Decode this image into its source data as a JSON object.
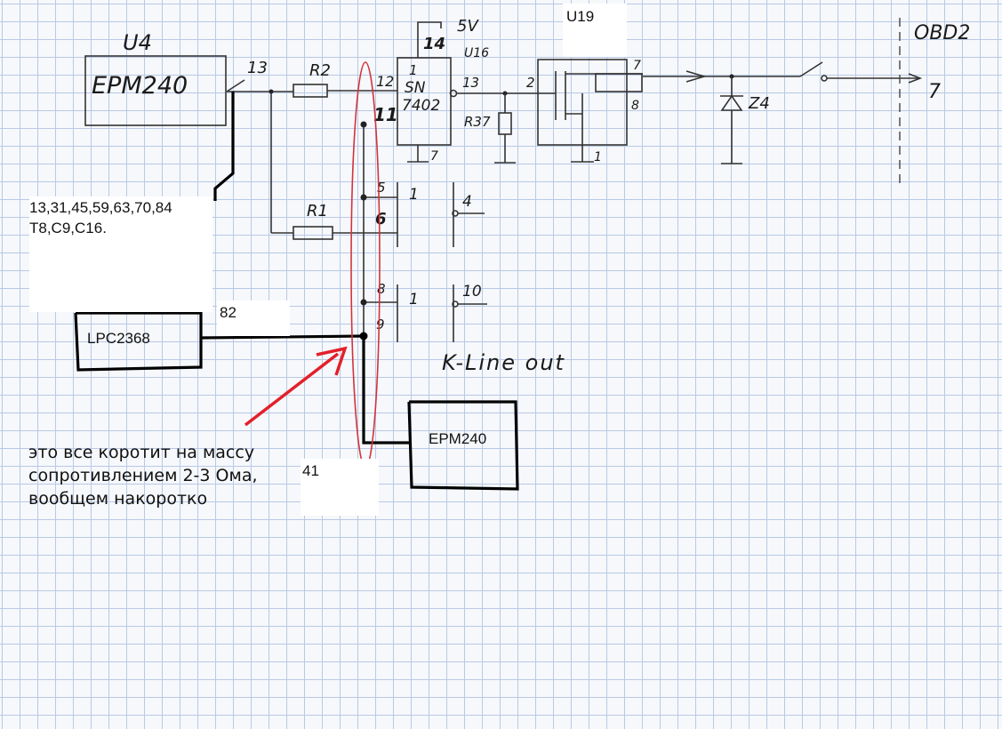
{
  "handwritten": {
    "u4": "U4",
    "epm240_top": "EPM240",
    "pin13_left": "13",
    "r2": "R2",
    "r1": "R1",
    "v5": "5V",
    "pin14": "14",
    "pin1_top": "1",
    "u16": "U16",
    "sn": "SN",
    "chip_7402": "7402",
    "pin12": "12",
    "pin11": "11",
    "pin7_bottom": "7",
    "pin13_right": "13",
    "r37": "R37",
    "pin2": "2",
    "pin7_u19": "7",
    "pin8_u19": "8",
    "pin1_u19": "1",
    "z4": "Z4",
    "obd2": "OBD2",
    "out7": "7",
    "pin5": "5",
    "pin6": "6",
    "gate1_a": "1",
    "pin4": "4",
    "pin8": "8",
    "pin9": "9",
    "gate1_b": "1",
    "pin10": "10",
    "kline": "K-Line  out"
  },
  "labels": {
    "u19": "U19",
    "pins_line1": "13,31,45,59,63,70,84",
    "pins_line2": "T8,C9,C16.",
    "pin82": "82",
    "lpc": "LPC2368",
    "epm240_bottom": "EPM240",
    "pin41": "41"
  },
  "note": {
    "line1": "это все коротит на массу",
    "line2": "сопротивлением 2-3 Ома,",
    "line3": "вообщем накоротко"
  },
  "colors": {
    "arrow": "#e3202a",
    "ellipse": "#d2333b",
    "grid": "#b9c9e6"
  }
}
